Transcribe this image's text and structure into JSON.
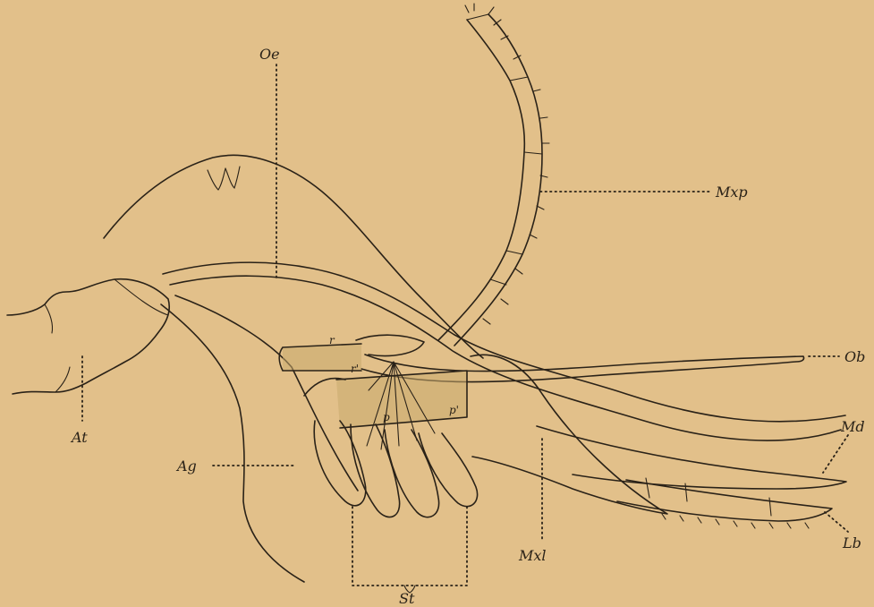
{
  "labels": {
    "oe": "Oe",
    "mxp": "Mxp",
    "ob": "Ob",
    "md": "Md",
    "lb": "Lb",
    "mxl": "Mxl",
    "st": "St",
    "ag": "Ag",
    "at": "At",
    "r": "r",
    "r_prime": "r'",
    "p": "p",
    "p_prime": "p'"
  },
  "colors": {
    "background": "#e2c08a",
    "ink": "#2a2218"
  }
}
